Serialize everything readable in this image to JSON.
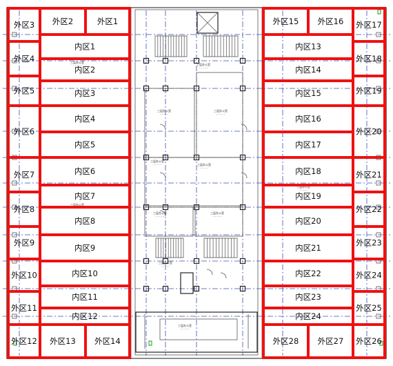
{
  "zones": {
    "left": {
      "outer_col": [
        "外区3",
        "外区4",
        "外区5",
        "外区6",
        "外区7",
        "外区8",
        "外区9",
        "外区10",
        "外区11",
        "外区12"
      ],
      "inner_col": [
        "内区1",
        "内区2",
        "内区3",
        "内区4",
        "内区5",
        "内区6",
        "内区7",
        "内区8",
        "内区9",
        "内区10",
        "内区11",
        "内区12"
      ],
      "top_row": [
        "外区2",
        "外区1"
      ],
      "bottom_row": [
        "外区13",
        "外区14"
      ]
    },
    "right": {
      "outer_col": [
        "外区17",
        "外区18",
        "外区19",
        "外区20",
        "外区21",
        "外区22",
        "外区23",
        "外区24",
        "外区25",
        "外区26"
      ],
      "inner_col": [
        "内区13",
        "内区14",
        "内区15",
        "内区16",
        "内区17",
        "内区18",
        "内区19",
        "内区20",
        "内区21",
        "内区22",
        "内区23",
        "内区24"
      ],
      "top_row": [
        "外区15",
        "外区16"
      ],
      "bottom_row": [
        "外区28",
        "外区27"
      ]
    }
  },
  "room_labels": {
    "small": "三层办公室",
    "sub": "- - - - -"
  },
  "colors": {
    "zone_line": "#ee1111",
    "axis_line": "#3a4fb0",
    "cad_line": "#555555",
    "marker": "#1a9a1a"
  }
}
